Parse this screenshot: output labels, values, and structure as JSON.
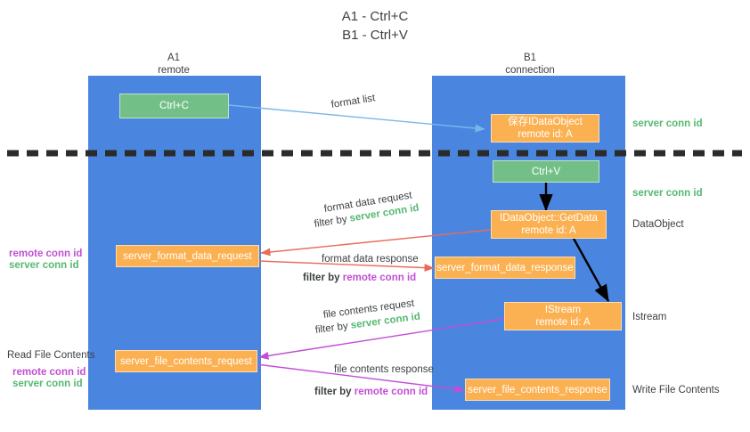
{
  "title": {
    "line1": "A1 - Ctrl+C",
    "line2": "B1 - Ctrl+V"
  },
  "colors": {
    "lane": "#4a86e0",
    "green_node": "#72c087",
    "orange_node": "#fbb152",
    "server_conn_id": "#56b870",
    "remote_conn_id": "#c14fd4",
    "red_arrow": "#ea6a5a",
    "magenta_arrow": "#c14fd4",
    "blue_arrow": "#7ab6e8",
    "black_arrow": "#000000",
    "divider": "#2b2b2b"
  },
  "lanes": [
    {
      "id": "a1",
      "title": "A1",
      "subtitle": "remote"
    },
    {
      "id": "b1",
      "title": "B1",
      "subtitle": "connection"
    }
  ],
  "nodes": [
    {
      "id": "ctrl-c",
      "label": "Ctrl+C",
      "sub": "",
      "style": "green"
    },
    {
      "id": "save-idataobject",
      "label": "保存IDataObject",
      "sub": "remote id: A",
      "style": "orange"
    },
    {
      "id": "ctrl-v",
      "label": "Ctrl+V",
      "sub": "",
      "style": "green"
    },
    {
      "id": "getdata",
      "label": "IDataObject::GetData",
      "sub": "remote id: A",
      "style": "orange"
    },
    {
      "id": "server-format-data-request",
      "label": "server_format_data_request",
      "sub": "",
      "style": "orange"
    },
    {
      "id": "server-format-data-response",
      "label": "server_format_data_response",
      "sub": "",
      "style": "orange"
    },
    {
      "id": "istream",
      "label": "IStream",
      "sub": "remote id: A",
      "style": "orange"
    },
    {
      "id": "server-file-contents-request",
      "label": "server_file_contents_request",
      "sub": "",
      "style": "orange"
    },
    {
      "id": "server-file-contents-response",
      "label": "server_file_contents_response",
      "sub": "",
      "style": "orange"
    }
  ],
  "edge_labels": {
    "format_list": "format list",
    "format_data_request": "format data request",
    "format_data_response": "format data response",
    "file_contents_request": "file contents request",
    "file_contents_response": "file contents response",
    "filter_by": "filter by ",
    "server_conn_id": "server conn id",
    "remote_conn_id": "remote conn id"
  },
  "right_labels": [
    {
      "id": "right-server-conn-id-1",
      "text": "server conn id",
      "kind": "green"
    },
    {
      "id": "right-server-conn-id-2",
      "text": "server conn id",
      "kind": "green"
    },
    {
      "id": "right-dataobject",
      "text": "DataObject",
      "kind": "plain"
    },
    {
      "id": "right-istream",
      "text": "Istream",
      "kind": "plain"
    },
    {
      "id": "right-write-file",
      "text": "Write File Contents",
      "kind": "plain"
    }
  ],
  "left_labels": {
    "remote_conn_id": "remote conn id",
    "server_conn_id": "server conn id",
    "read_file_contents": "Read File Contents"
  }
}
